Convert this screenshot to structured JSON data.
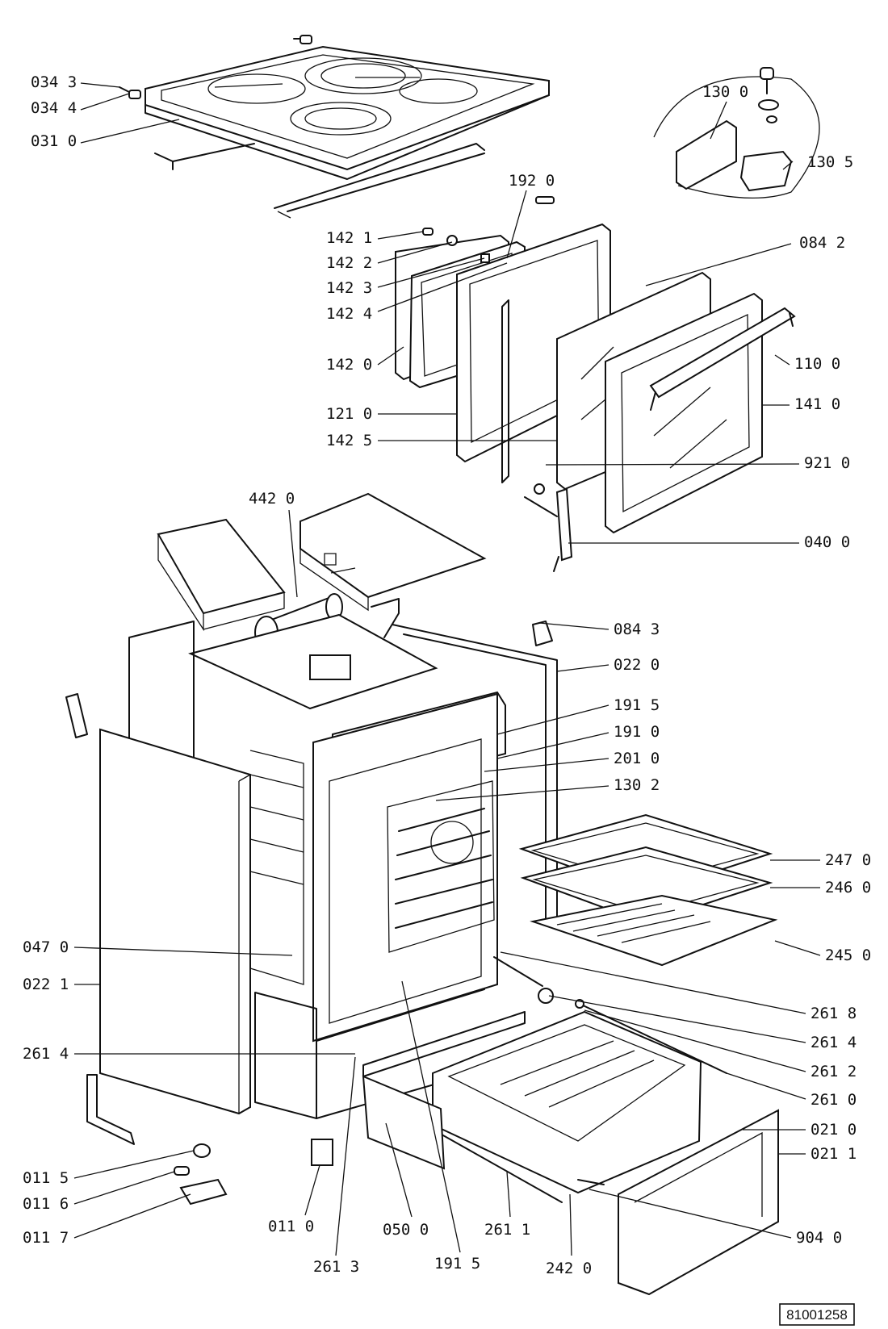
{
  "labels": [
    {
      "id": "034_3",
      "text": "034 3"
    },
    {
      "id": "034_4",
      "text": "034 4"
    },
    {
      "id": "031_0",
      "text": "031 0"
    },
    {
      "id": "192_0",
      "text": "192 0"
    },
    {
      "id": "130_0",
      "text": "130 0"
    },
    {
      "id": "130_5",
      "text": "130 5"
    },
    {
      "id": "142_1",
      "text": "142 1"
    },
    {
      "id": "142_2",
      "text": "142 2"
    },
    {
      "id": "142_3",
      "text": "142 3"
    },
    {
      "id": "142_4",
      "text": "142 4"
    },
    {
      "id": "084_2",
      "text": "084 2"
    },
    {
      "id": "142_0",
      "text": "142 0"
    },
    {
      "id": "110_0",
      "text": "110 0"
    },
    {
      "id": "121_0",
      "text": "121 0"
    },
    {
      "id": "141_0",
      "text": "141 0"
    },
    {
      "id": "142_5",
      "text": "142 5"
    },
    {
      "id": "921_0",
      "text": "921 0"
    },
    {
      "id": "442_0",
      "text": "442 0"
    },
    {
      "id": "040_0",
      "text": "040 0"
    },
    {
      "id": "084_3",
      "text": "084 3"
    },
    {
      "id": "022_0",
      "text": "022 0"
    },
    {
      "id": "191_5a",
      "text": "191 5"
    },
    {
      "id": "191_0",
      "text": "191 0"
    },
    {
      "id": "201_0",
      "text": "201 0"
    },
    {
      "id": "130_2",
      "text": "130 2"
    },
    {
      "id": "247_0",
      "text": "247 0"
    },
    {
      "id": "246_0",
      "text": "246 0"
    },
    {
      "id": "047_0",
      "text": "047 0"
    },
    {
      "id": "245_0",
      "text": "245 0"
    },
    {
      "id": "022_1",
      "text": "022 1"
    },
    {
      "id": "261_8",
      "text": "261 8"
    },
    {
      "id": "261_4a",
      "text": "261 4"
    },
    {
      "id": "261_4b",
      "text": "261 4"
    },
    {
      "id": "261_2",
      "text": "261 2"
    },
    {
      "id": "261_0",
      "text": "261 0"
    },
    {
      "id": "021_0",
      "text": "021 0"
    },
    {
      "id": "021_1",
      "text": "021 1"
    },
    {
      "id": "011_5",
      "text": "011 5"
    },
    {
      "id": "011_6",
      "text": "011 6"
    },
    {
      "id": "011_0",
      "text": "011 0"
    },
    {
      "id": "050_0",
      "text": "050 0"
    },
    {
      "id": "261_1",
      "text": "261 1"
    },
    {
      "id": "904_0",
      "text": "904 0"
    },
    {
      "id": "011_7",
      "text": "011 7"
    },
    {
      "id": "261_3",
      "text": "261 3"
    },
    {
      "id": "191_5b",
      "text": "191 5"
    },
    {
      "id": "242_0",
      "text": "242 0"
    }
  ],
  "drawing_number": "81001258"
}
